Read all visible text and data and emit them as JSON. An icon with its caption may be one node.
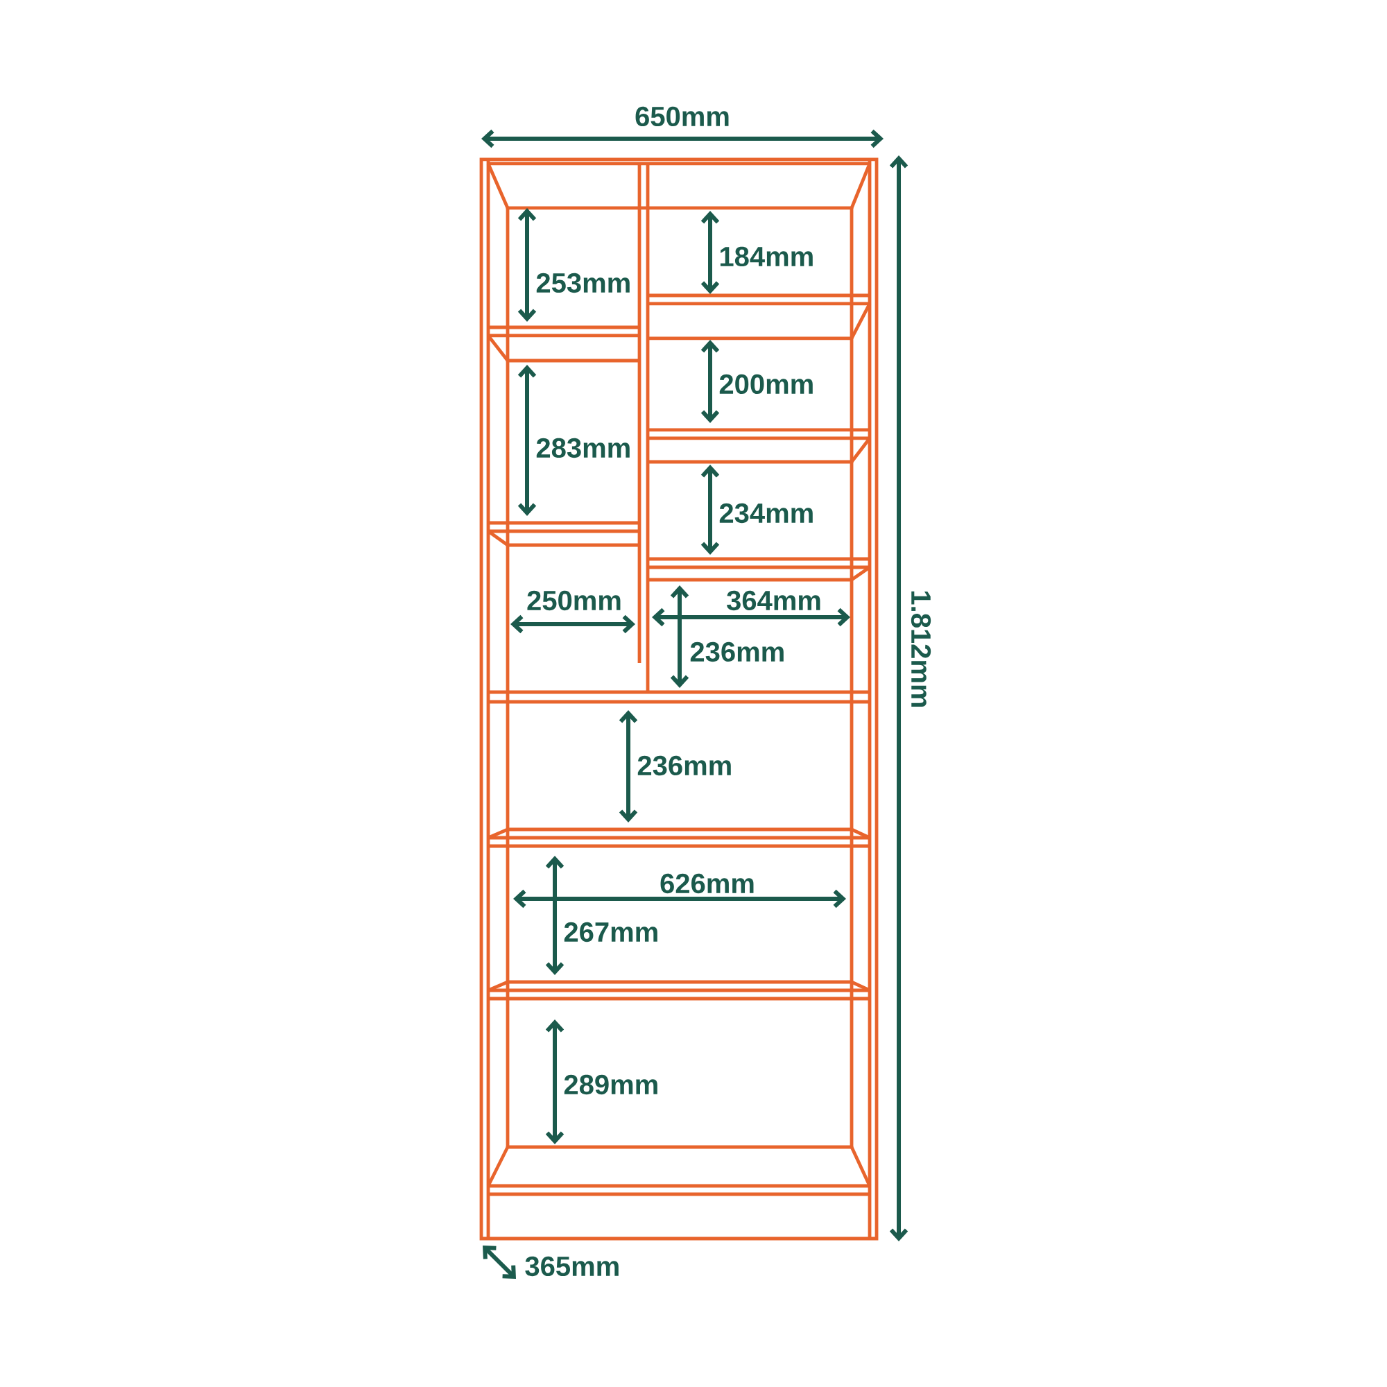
{
  "diagram": {
    "labels": [
      "650mm",
      "253mm",
      "184mm",
      "200mm",
      "283mm",
      "234mm",
      "250mm",
      "364mm",
      "236mm",
      "1.812mm",
      "236mm",
      "626mm",
      "267mm",
      "289mm",
      "365mm"
    ]
  }
}
